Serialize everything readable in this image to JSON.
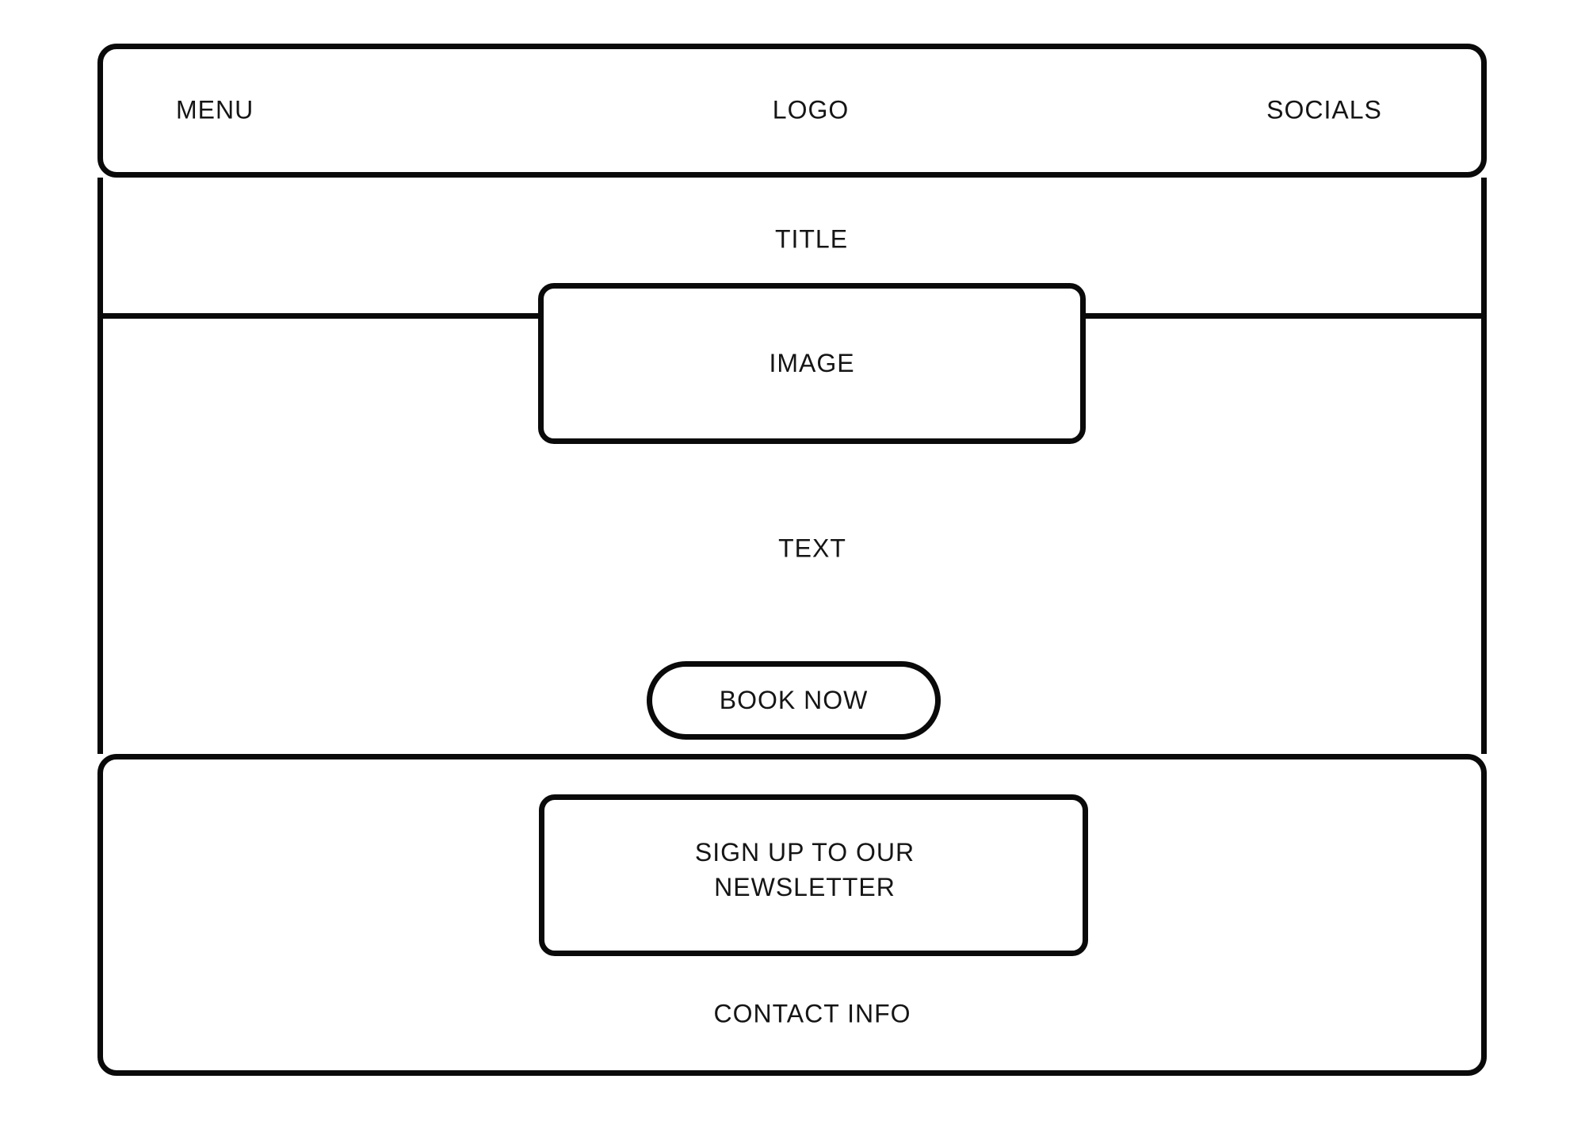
{
  "canvas": {
    "background_color": "#ffffff",
    "stroke_color": "#0a0a0a",
    "text_color": "#151515"
  },
  "header": {
    "menu": "MENU",
    "logo": "LOGO",
    "socials": "SOCIALS"
  },
  "title_section": {
    "title": "TITLE"
  },
  "main": {
    "image_placeholder": "IMAGE",
    "text_placeholder": "TEXT",
    "book_now": "BOOK NOW"
  },
  "footer": {
    "newsletter": "SIGN UP TO OUR NEWSLETTER",
    "contact": "CONTACT INFO"
  }
}
